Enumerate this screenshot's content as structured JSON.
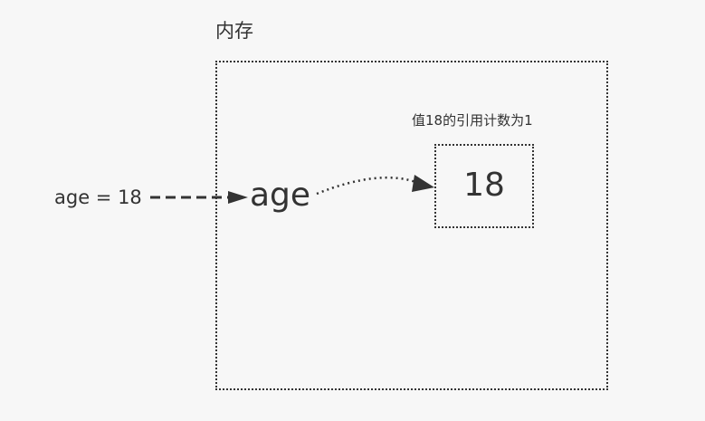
{
  "memory": {
    "title": "内存"
  },
  "statement": "age = 18",
  "variable": {
    "name": "age"
  },
  "object": {
    "value": "18",
    "refcount_label": "值18的引用计数为1"
  },
  "colors": {
    "background": "#f7f7f7",
    "ink": "#333333"
  }
}
